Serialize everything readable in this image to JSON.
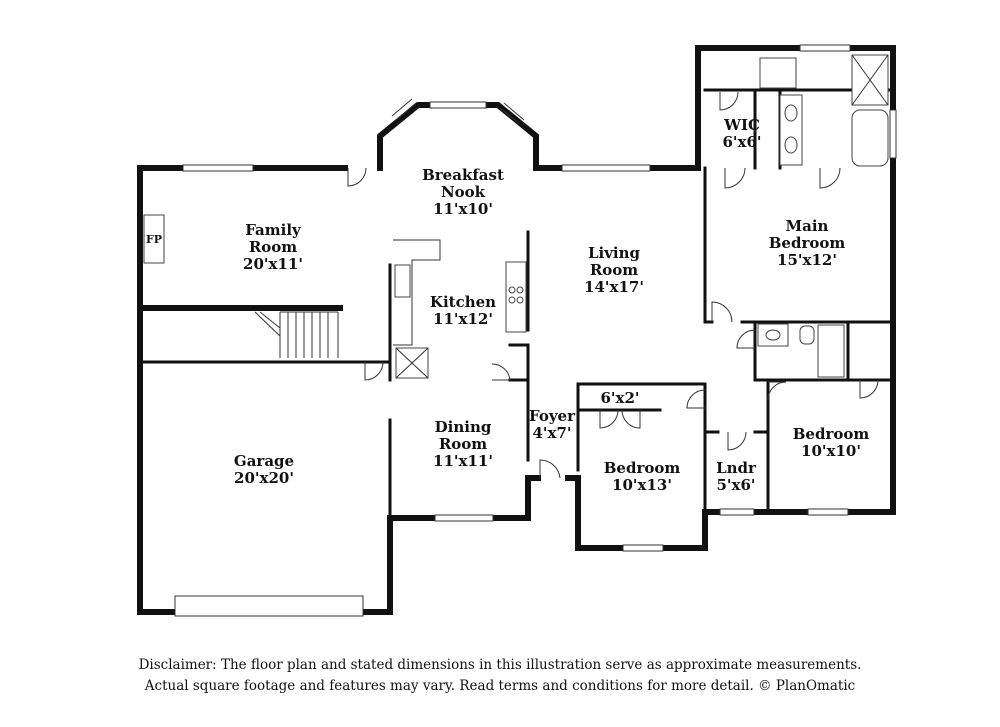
{
  "rooms": {
    "breakfast_nook": {
      "name_line1": "Breakfast",
      "name_line2": "Nook",
      "dims": "11'x10'"
    },
    "family_room": {
      "name_line1": "Family",
      "name_line2": "Room",
      "dims": "20'x11'"
    },
    "fireplace": {
      "label": "FP"
    },
    "kitchen": {
      "name": "Kitchen",
      "dims": "11'x12'"
    },
    "living_room": {
      "name_line1": "Living",
      "name_line2": "Room",
      "dims": "14'x17'"
    },
    "wic": {
      "name": "WIC",
      "dims": "6'x6'"
    },
    "main_bedroom": {
      "name_line1": "Main",
      "name_line2": "Bedroom",
      "dims": "15'x12'"
    },
    "garage": {
      "name": "Garage",
      "dims": "20'x20'"
    },
    "dining_room": {
      "name_line1": "Dining",
      "name_line2": "Room",
      "dims": "11'x11'"
    },
    "foyer": {
      "name": "Foyer",
      "dims": "4'x7'"
    },
    "closet": {
      "dims": "6'x2'"
    },
    "bedroom_2": {
      "name": "Bedroom",
      "dims": "10'x13'"
    },
    "laundry": {
      "name": "Lndr",
      "dims": "5'x6'"
    },
    "bedroom_3": {
      "name": "Bedroom",
      "dims": "10'x10'"
    }
  },
  "disclaimer": {
    "line1": "Disclaimer: The floor plan and stated dimensions in this illustration serve as approximate measurements.",
    "line2": "Actual square footage and features may vary. Read terms and conditions for more detail. © PlanOmatic"
  }
}
